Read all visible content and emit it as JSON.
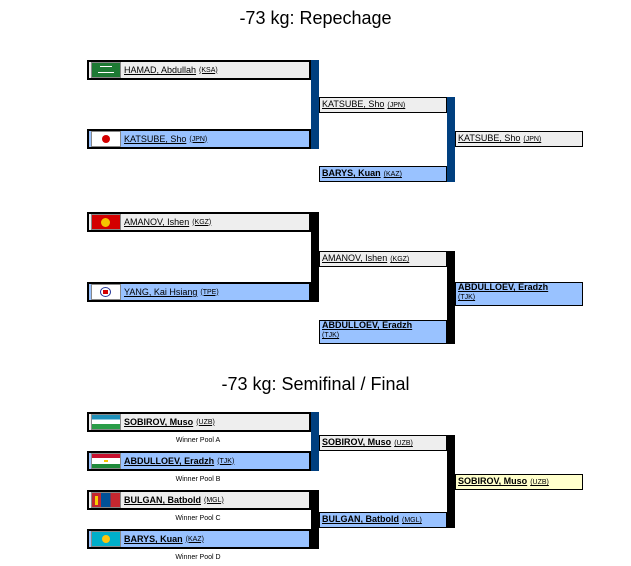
{
  "titles": {
    "repechage": "-73 kg: Repechage",
    "semifinal": "-73 kg: Semifinal / Final"
  },
  "repechage": {
    "r1": [
      {
        "name": "HAMAD, Abdullah",
        "country": "(KSA)",
        "flag": "ksa-flag-icon"
      },
      {
        "name": "KATSUBE, Sho",
        "country": "(JPN)",
        "flag": "jpn-flag-icon"
      },
      {
        "name": "AMANOV, Ishen",
        "country": "(KGZ)",
        "flag": "kgz-flag-icon"
      },
      {
        "name": "YANG, Kai Hsiang",
        "country": "(TPE)",
        "flag": "tpe-flag-icon"
      }
    ],
    "r2": [
      {
        "name": "KATSUBE, Sho",
        "country": "(JPN)"
      },
      {
        "name": "BARYS, Kuan",
        "country": "(KAZ)"
      },
      {
        "name": "AMANOV, Ishen",
        "country": "(KGZ)"
      },
      {
        "name": "ABDULLOEV, Eradzh",
        "country": "(TJK)"
      }
    ],
    "r3": [
      {
        "name": "KATSUBE, Sho",
        "country": "(JPN)"
      },
      {
        "name": "ABDULLOEV, Eradzh",
        "country": "(TJK)"
      }
    ]
  },
  "semifinal": {
    "r1": [
      {
        "name": "SOBIROV, Muso",
        "country": "(UZB)",
        "flag": "uzb-flag-icon",
        "pool": "Winner Pool A"
      },
      {
        "name": "ABDULLOEV, Eradzh",
        "country": "(TJK)",
        "flag": "tjk-flag-icon",
        "pool": "Winner Pool B"
      },
      {
        "name": "BULGAN, Batbold",
        "country": "(MGL)",
        "flag": "mgl-flag-icon",
        "pool": "Winner Pool C"
      },
      {
        "name": "BARYS, Kuan",
        "country": "(KAZ)",
        "flag": "kaz-flag-icon",
        "pool": "Winner Pool D"
      }
    ],
    "r2": [
      {
        "name": "SOBIROV, Muso",
        "country": "(UZB)"
      },
      {
        "name": "BULGAN, Batbold",
        "country": "(MGL)"
      }
    ],
    "final": {
      "name": "SOBIROV, Muso",
      "country": "(UZB)"
    }
  }
}
